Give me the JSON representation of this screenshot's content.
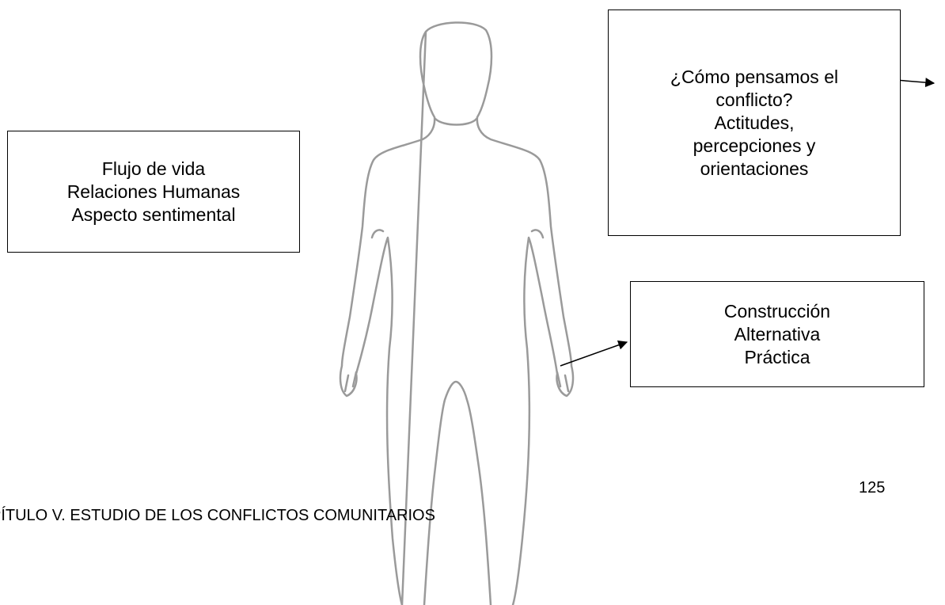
{
  "boxes": {
    "flujo": {
      "lines": [
        "Flujo de vida",
        "Relaciones Humanas",
        "Aspecto sentimental"
      ]
    },
    "conflicto": {
      "lines": [
        "¿Cómo pensamos el",
        "conflicto?",
        "Actitudes,",
        "percepciones y",
        "orientaciones"
      ]
    },
    "construccion": {
      "lines": [
        "Construcción",
        "Alternativa",
        "Práctica"
      ]
    }
  },
  "footer": {
    "chapter": "PÍTULO V. ESTUDIO DE LOS CONFLICTOS COMUNITARIOS",
    "page_number": "125"
  },
  "colors": {
    "outline": "#9a9a9a",
    "text": "#000000",
    "border": "#000000",
    "arrow": "#000000"
  }
}
